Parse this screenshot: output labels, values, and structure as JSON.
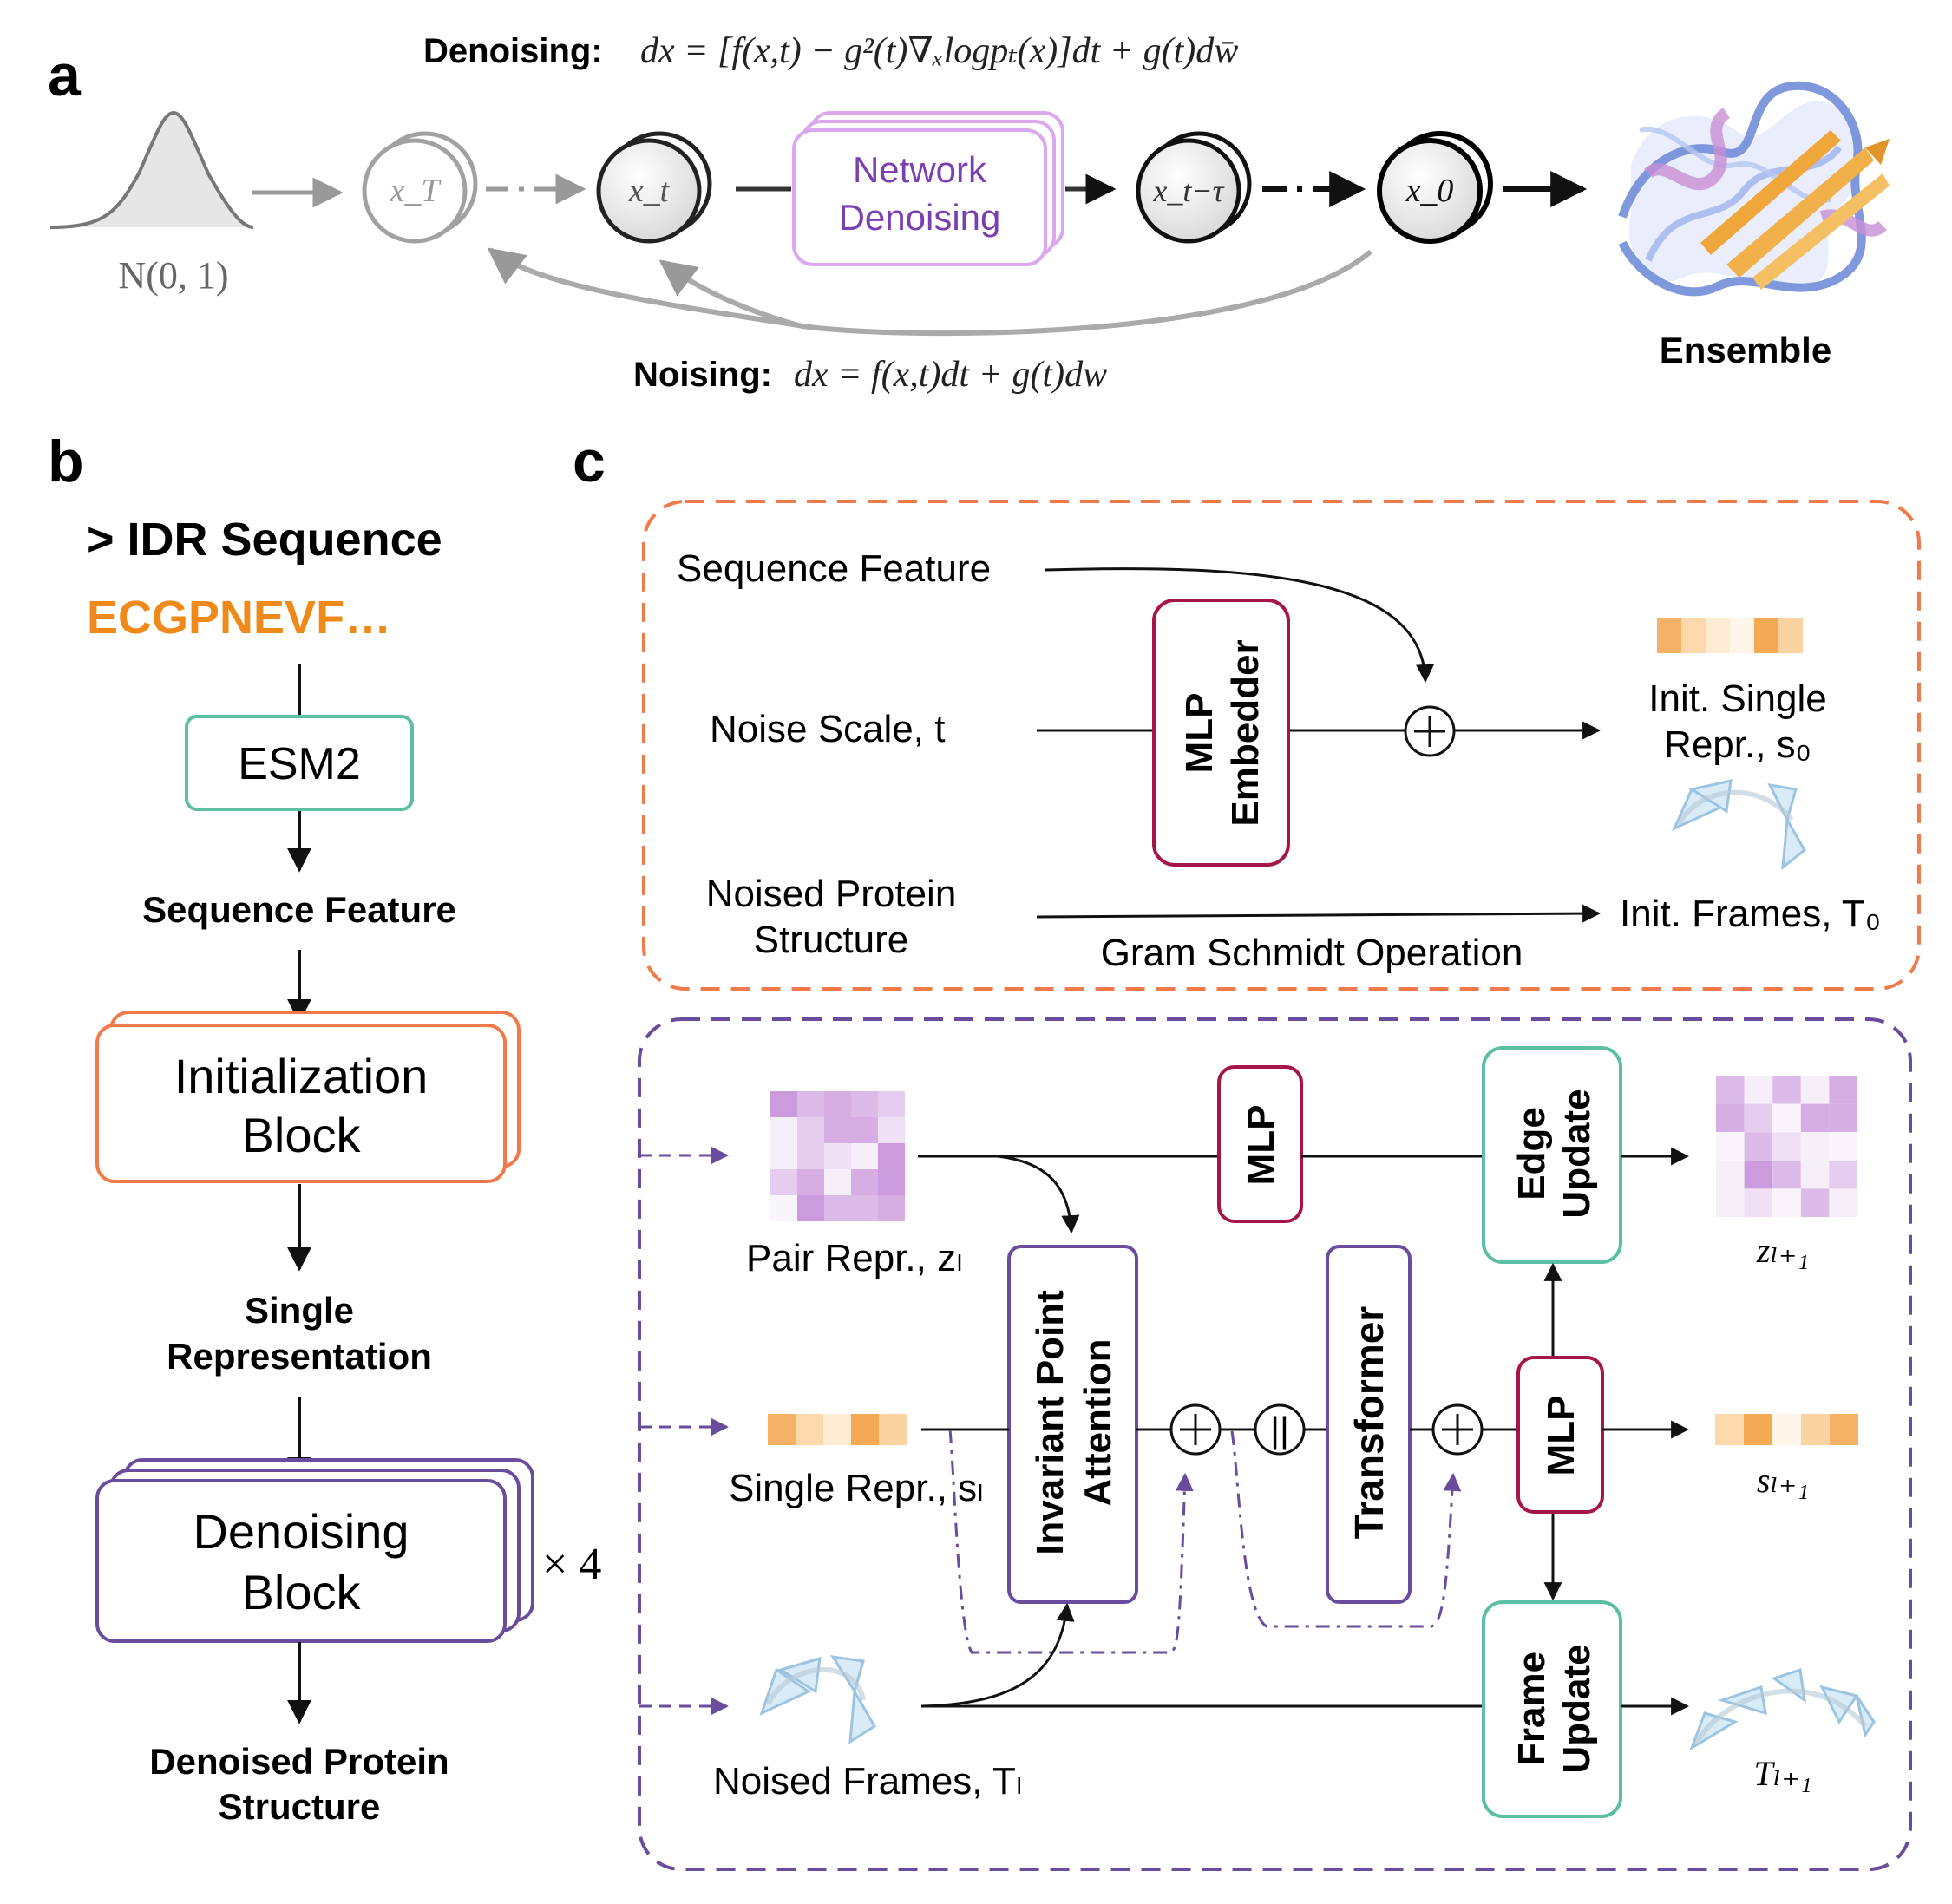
{
  "colors": {
    "orange": "#f07a4a",
    "purple": "#6a4c9c",
    "teal": "#5cbfa4",
    "maroon": "#a5154a",
    "seq_orange": "#ef8a1a",
    "network_purple": "#7a3fb0",
    "gray": "#888888"
  },
  "panel_a": {
    "letter": "a",
    "denoising_label": "Denoising:",
    "denoising_eq": "dx = [f(x,t) − g²(t)∇ₓlogpₜ(x)]dt + g(t)dw̄",
    "noising_label": "Noising:",
    "noising_eq": "dx = f(x,t)dt + g(t)dw",
    "gaussian_label": "N(0, 1)",
    "nodes": [
      "x_T",
      "x_t",
      "x_t−τ",
      "x_0"
    ],
    "network_label_1": "Network",
    "network_label_2": "Denoising",
    "ensemble_label": "Ensemble"
  },
  "panel_b": {
    "letter": "b",
    "sequence_header": "> IDR Sequence",
    "sequence": "ECGPNEVF…",
    "esm_label": "ESM2",
    "sequence_feature": "Sequence Feature",
    "init_block_1": "Initialization",
    "init_block_2": "Block",
    "single_rep_1": "Single",
    "single_rep_2": "Representation",
    "denoise_block_1": "Denoising",
    "denoise_block_2": "Block",
    "repeat": "× 4",
    "output_1": "Denoised Protein",
    "output_2": "Structure"
  },
  "panel_c": {
    "letter": "c",
    "init": {
      "sequence_feature": "Sequence Feature",
      "noise_scale": "Noise Scale, t",
      "mlp_1": "MLP",
      "mlp_2": "Embedder",
      "init_single_1": "Init. Single",
      "init_single_2": "Repr., s₀",
      "noised_structure_1": "Noised Protein",
      "noised_structure_2": "Structure",
      "gram_schmidt": "Gram Schmidt Operation",
      "init_frames": "Init. Frames, T₀"
    },
    "denoise": {
      "pair_repr": "Pair Repr., zₗ",
      "single_repr": "Single Repr., sₗ",
      "noised_frames": "Noised Frames, Tₗ",
      "mlp_top": "MLP",
      "ipa_1": "Invariant Point",
      "ipa_2": "Attention",
      "transformer": "Transformer",
      "mlp_mid": "MLP",
      "edge_1": "Edge",
      "edge_2": "Update",
      "frame_1": "Frame",
      "frame_2": "Update",
      "z_out": "zₗ₊₁",
      "s_out": "sₗ₊₁",
      "t_out": "Tₗ₊₁",
      "concat": "||"
    }
  }
}
